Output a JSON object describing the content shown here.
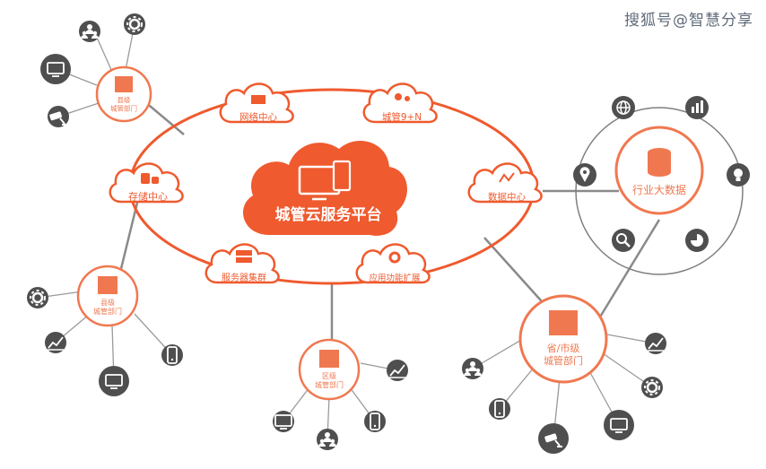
{
  "watermark": "搜狐号@智慧分享",
  "center": {
    "label": "城管云服务平台"
  },
  "ring_nodes": {
    "network": "网络中心",
    "city_manager": "城管9+N",
    "storage": "存储中心",
    "data": "数据中心",
    "servers": "服务器集群",
    "apps": "应用功能扩展"
  },
  "departments": {
    "top_left": "县级\n城管部门",
    "left": "县级\n城管部门",
    "bottom": "区级\n城管部门",
    "right": "省/市级\n城管部门"
  },
  "industry": {
    "label": "行业大数据"
  },
  "colors": {
    "orange": "#ef5a2e",
    "orange_light": "#f07850",
    "gray_icon": "#4f4f4f",
    "line": "#8a8a8a"
  }
}
